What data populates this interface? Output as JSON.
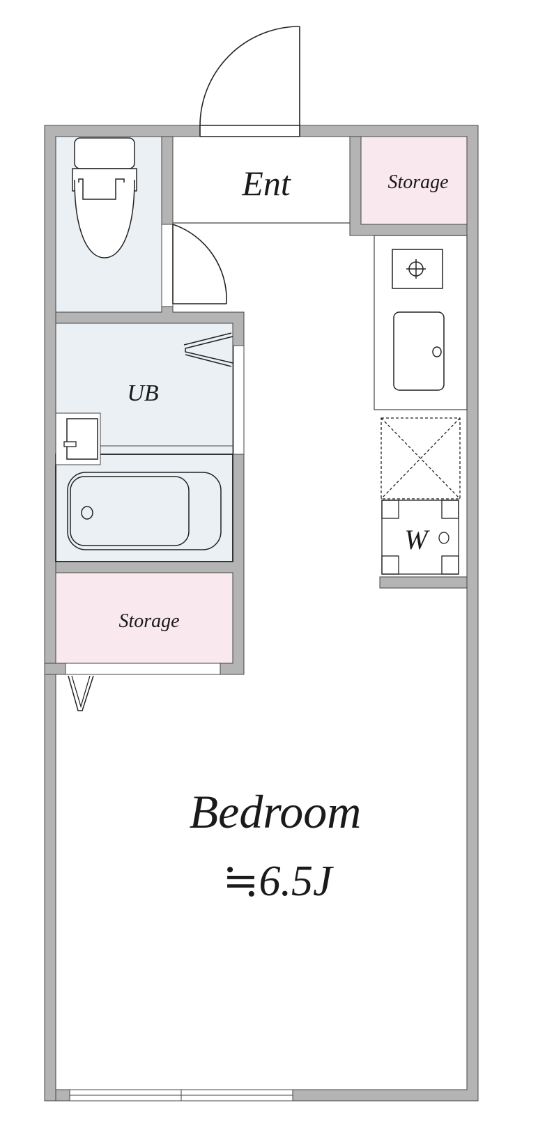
{
  "rooms": {
    "entrance": "Ent",
    "storage_top": "Storage",
    "unit_bath": "UB",
    "washer": "W",
    "storage_bottom": "Storage",
    "bedroom": "Bedroom",
    "bedroom_size": "≒6.5J"
  },
  "colors": {
    "wall": "#b4b4b4",
    "wet_area": "#eaf0f4",
    "storage": "#f9e8ee"
  }
}
